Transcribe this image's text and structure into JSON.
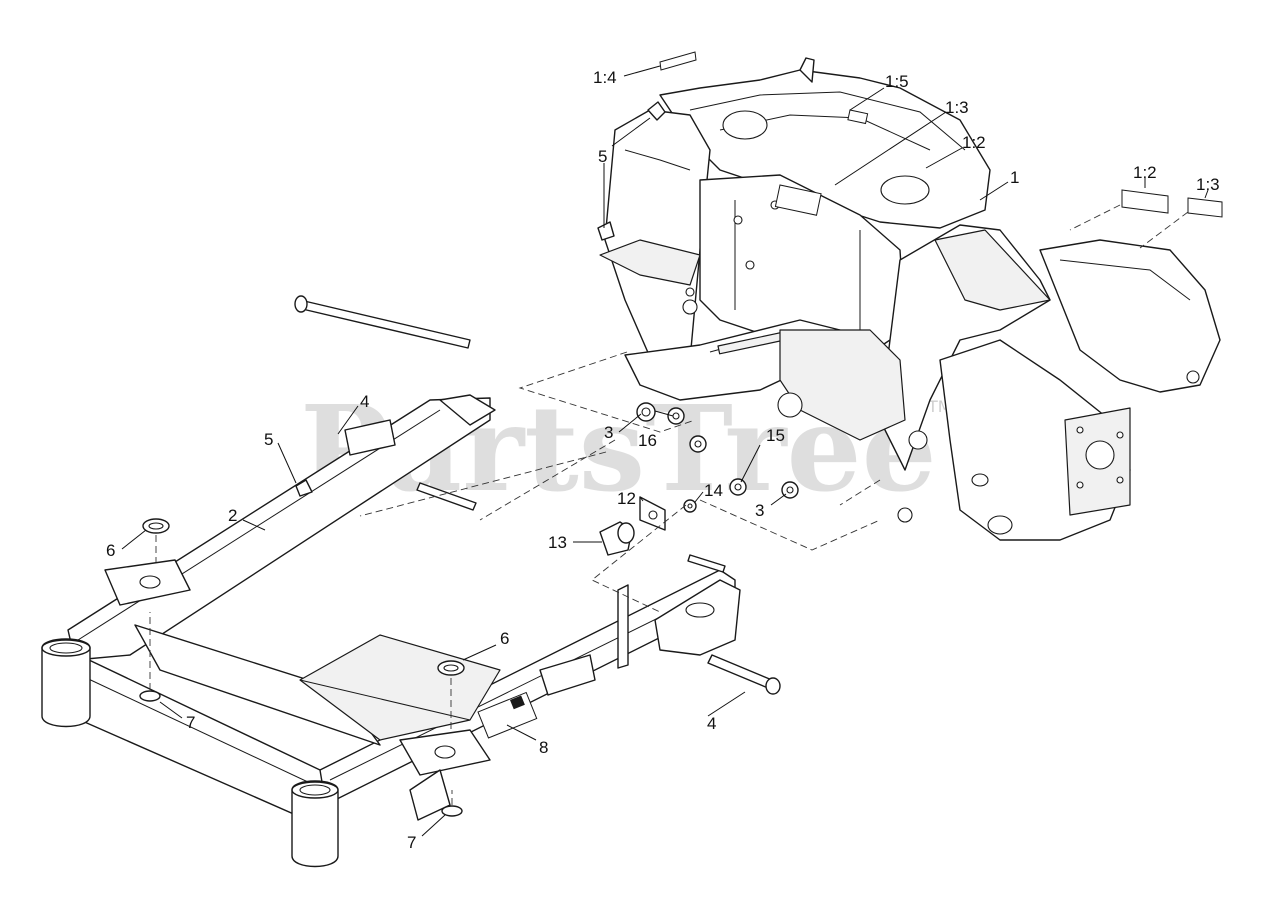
{
  "watermark": {
    "text": "PartsTree",
    "trademark": "TM"
  },
  "callouts": {
    "c_1_4": "1:4",
    "c_1_5": "1:5",
    "c_1_3_top": "1:3",
    "c_1_2_top": "1:2",
    "c_1": "1",
    "c_1_2_right": "1:2",
    "c_1_3_right": "1:3",
    "c_5_top": "5",
    "c_4_top": "4",
    "c_5_left": "5",
    "c_2": "2",
    "c_6_left": "6",
    "c_3_left": "3",
    "c_16": "16",
    "c_15": "15",
    "c_14": "14",
    "c_12": "12",
    "c_3_right": "3",
    "c_13": "13",
    "c_6_mid": "6",
    "c_4_bottom": "4",
    "c_7_left": "7",
    "c_8": "8",
    "c_7_bottom": "7"
  },
  "colors": {
    "line": "#1a1a1a",
    "watermark": "#d4d4d4",
    "background": "#ffffff"
  }
}
